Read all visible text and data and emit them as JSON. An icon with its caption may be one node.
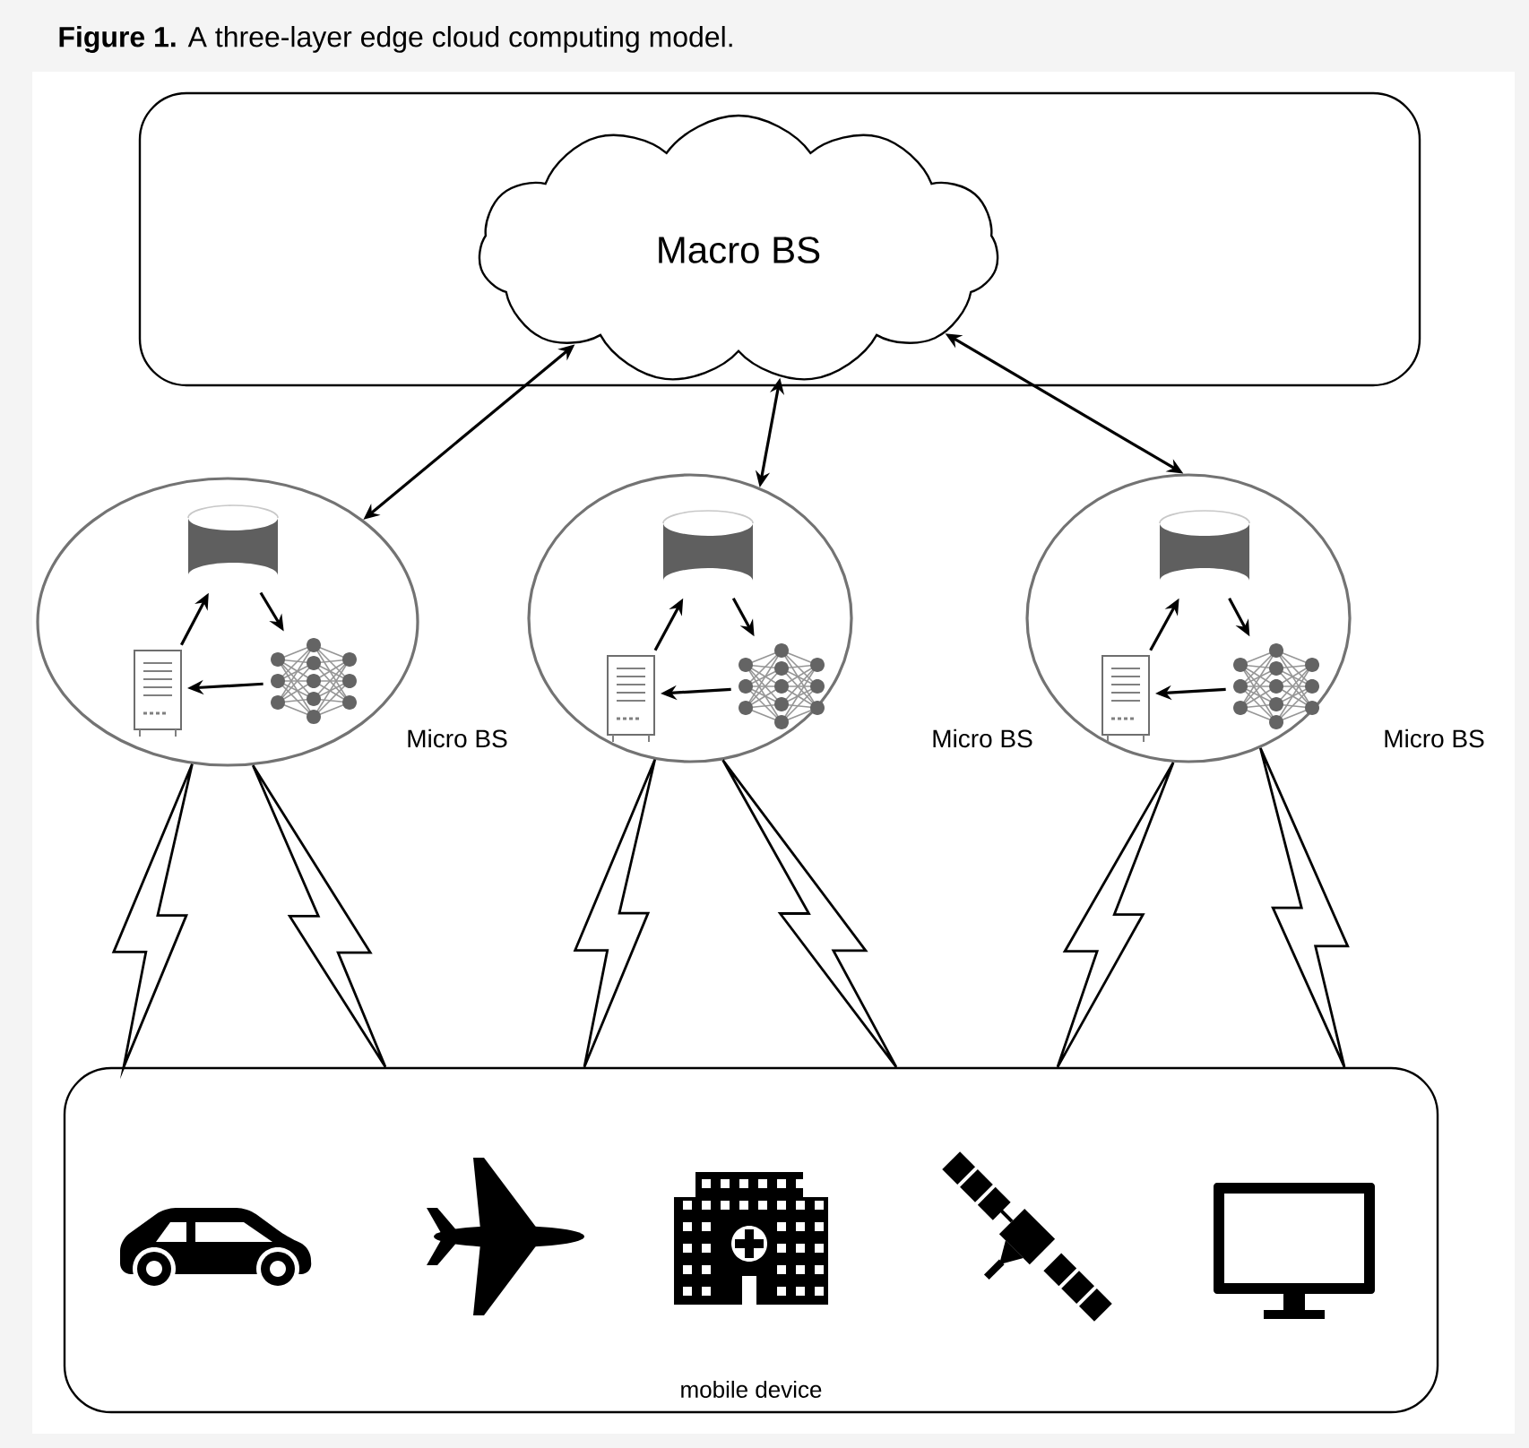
{
  "diagram": {
    "title": "**Figure 1.** A three-layer edge cloud computing model.",
    "nodes": [
      {
        "text": [],
        "shape": "box"
      },
      {
        "text": [
          "Macro BS"
        ],
        "in": 0
      },
      {
        "text": [],
        "shape": "circle"
      },
      {
        "text": [],
        "shape": "cylinder",
        "in": 2
      },
      {
        "text": [],
        "shape": "server",
        "in": 2
      },
      {
        "text": [],
        "shape": "network",
        "in": 2
      },
      {
        "text": [],
        "shape": "circle"
      },
      {
        "text": [],
        "shape": "cylinder",
        "in": 6
      },
      {
        "text": [],
        "shape": "server",
        "in": 6
      },
      {
        "text": [],
        "shape": "network",
        "in": 6
      },
      {
        "text": [],
        "shape": "circle"
      },
      {
        "text": [],
        "shape": "cylinder",
        "in": 10
      },
      {
        "text": [],
        "shape": "server",
        "in": 10
      },
      {
        "text": [],
        "shape": "network",
        "in": 10
      },
      {
        "text": [
          "mobile device"
        ]
      }
    ],
    "edges": [
      {
        "from": 1,
        "to": 2,
        "arrow": "both"
      },
      {
        "from": 1,
        "to": 6,
        "arrow": "both"
      },
      {
        "from": 1,
        "to": 10,
        "arrow": "both"
      },
      {
        "from": 4,
        "to": 3,
        "arrow": "to"
      },
      {
        "from": 3,
        "to": 5,
        "arrow": "to"
      },
      {
        "from": 5,
        "to": 4,
        "arrow": "to"
      },
      {
        "from": 8,
        "to": 7,
        "arrow": "to"
      },
      {
        "from": 7,
        "to": 9,
        "arrow": "to"
      },
      {
        "from": 9,
        "to": 8,
        "arrow": "to"
      },
      {
        "from": 12,
        "to": 11,
        "arrow": "to"
      },
      {
        "from": 11,
        "to": 13,
        "arrow": "to"
      },
      {
        "from": 13,
        "to": 12,
        "arrow": "to"
      },
      {
        "from": 2,
        "to": 14,
        "arrow": "none"
      },
      {
        "from": 2,
        "to": 14,
        "arrow": "none"
      },
      {
        "from": 6,
        "to": 14,
        "arrow": "none"
      },
      {
        "from": 6,
        "to": 14,
        "arrow": "none"
      },
      {
        "from": 10,
        "to": 14,
        "arrow": "none"
      },
      {
        "from": 10,
        "to": 14,
        "arrow": "none"
      }
    ],
    "labels": [
      "Micro BS",
      "Micro BS",
      "Micro BS"
    ]
  }
}
